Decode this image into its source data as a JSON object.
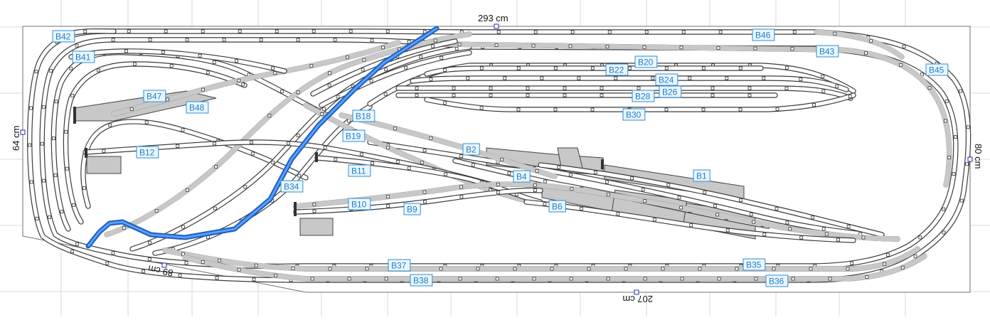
{
  "dimensions": {
    "top": "293 cm",
    "left": "64 cm",
    "right": "80 cm",
    "bottom": "207 cm",
    "bottom_left": "89 cm"
  },
  "blocks": [
    "B42",
    "B41",
    "B47",
    "B48",
    "B12",
    "B46",
    "B43",
    "B45",
    "B22",
    "B20",
    "B24",
    "B26",
    "B28",
    "B30",
    "B18",
    "B19",
    "B2",
    "B4",
    "B1",
    "B11",
    "B34",
    "B10",
    "B9",
    "B6",
    "B37",
    "B38",
    "B35",
    "B36"
  ],
  "colors": {
    "track_bed": "#c8c8c8",
    "track_edge": "#3c3c3c",
    "platform": "#c8c8c8",
    "river": "#1f5fbf",
    "label_text": "#1e7fc8",
    "label_border": "#2c8fd6",
    "grid": "#d9d9d9"
  }
}
